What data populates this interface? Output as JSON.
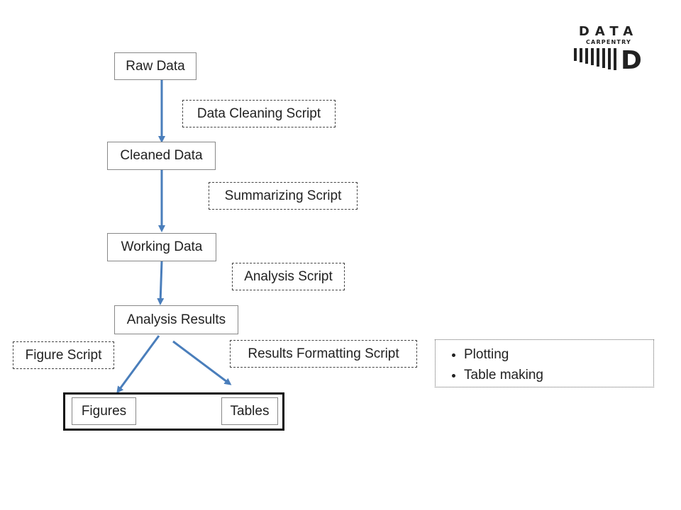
{
  "nodes": {
    "raw_data": "Raw Data",
    "cleaned_data": "Cleaned Data",
    "working_data": "Working Data",
    "analysis_results": "Analysis Results",
    "figures": "Figures",
    "tables": "Tables"
  },
  "scripts": {
    "cleaning": "Data Cleaning Script",
    "summarizing": "Summarizing Script",
    "analysis": "Analysis Script",
    "figure": "Figure Script",
    "results_formatting": "Results Formatting Script"
  },
  "notes": [
    "Plotting",
    "Table making"
  ],
  "logo": {
    "line1": "DATA",
    "line2": "CARPENTRY",
    "mark": "D"
  },
  "colors": {
    "arrow": "#4a7ebb",
    "frame": "#111111"
  }
}
